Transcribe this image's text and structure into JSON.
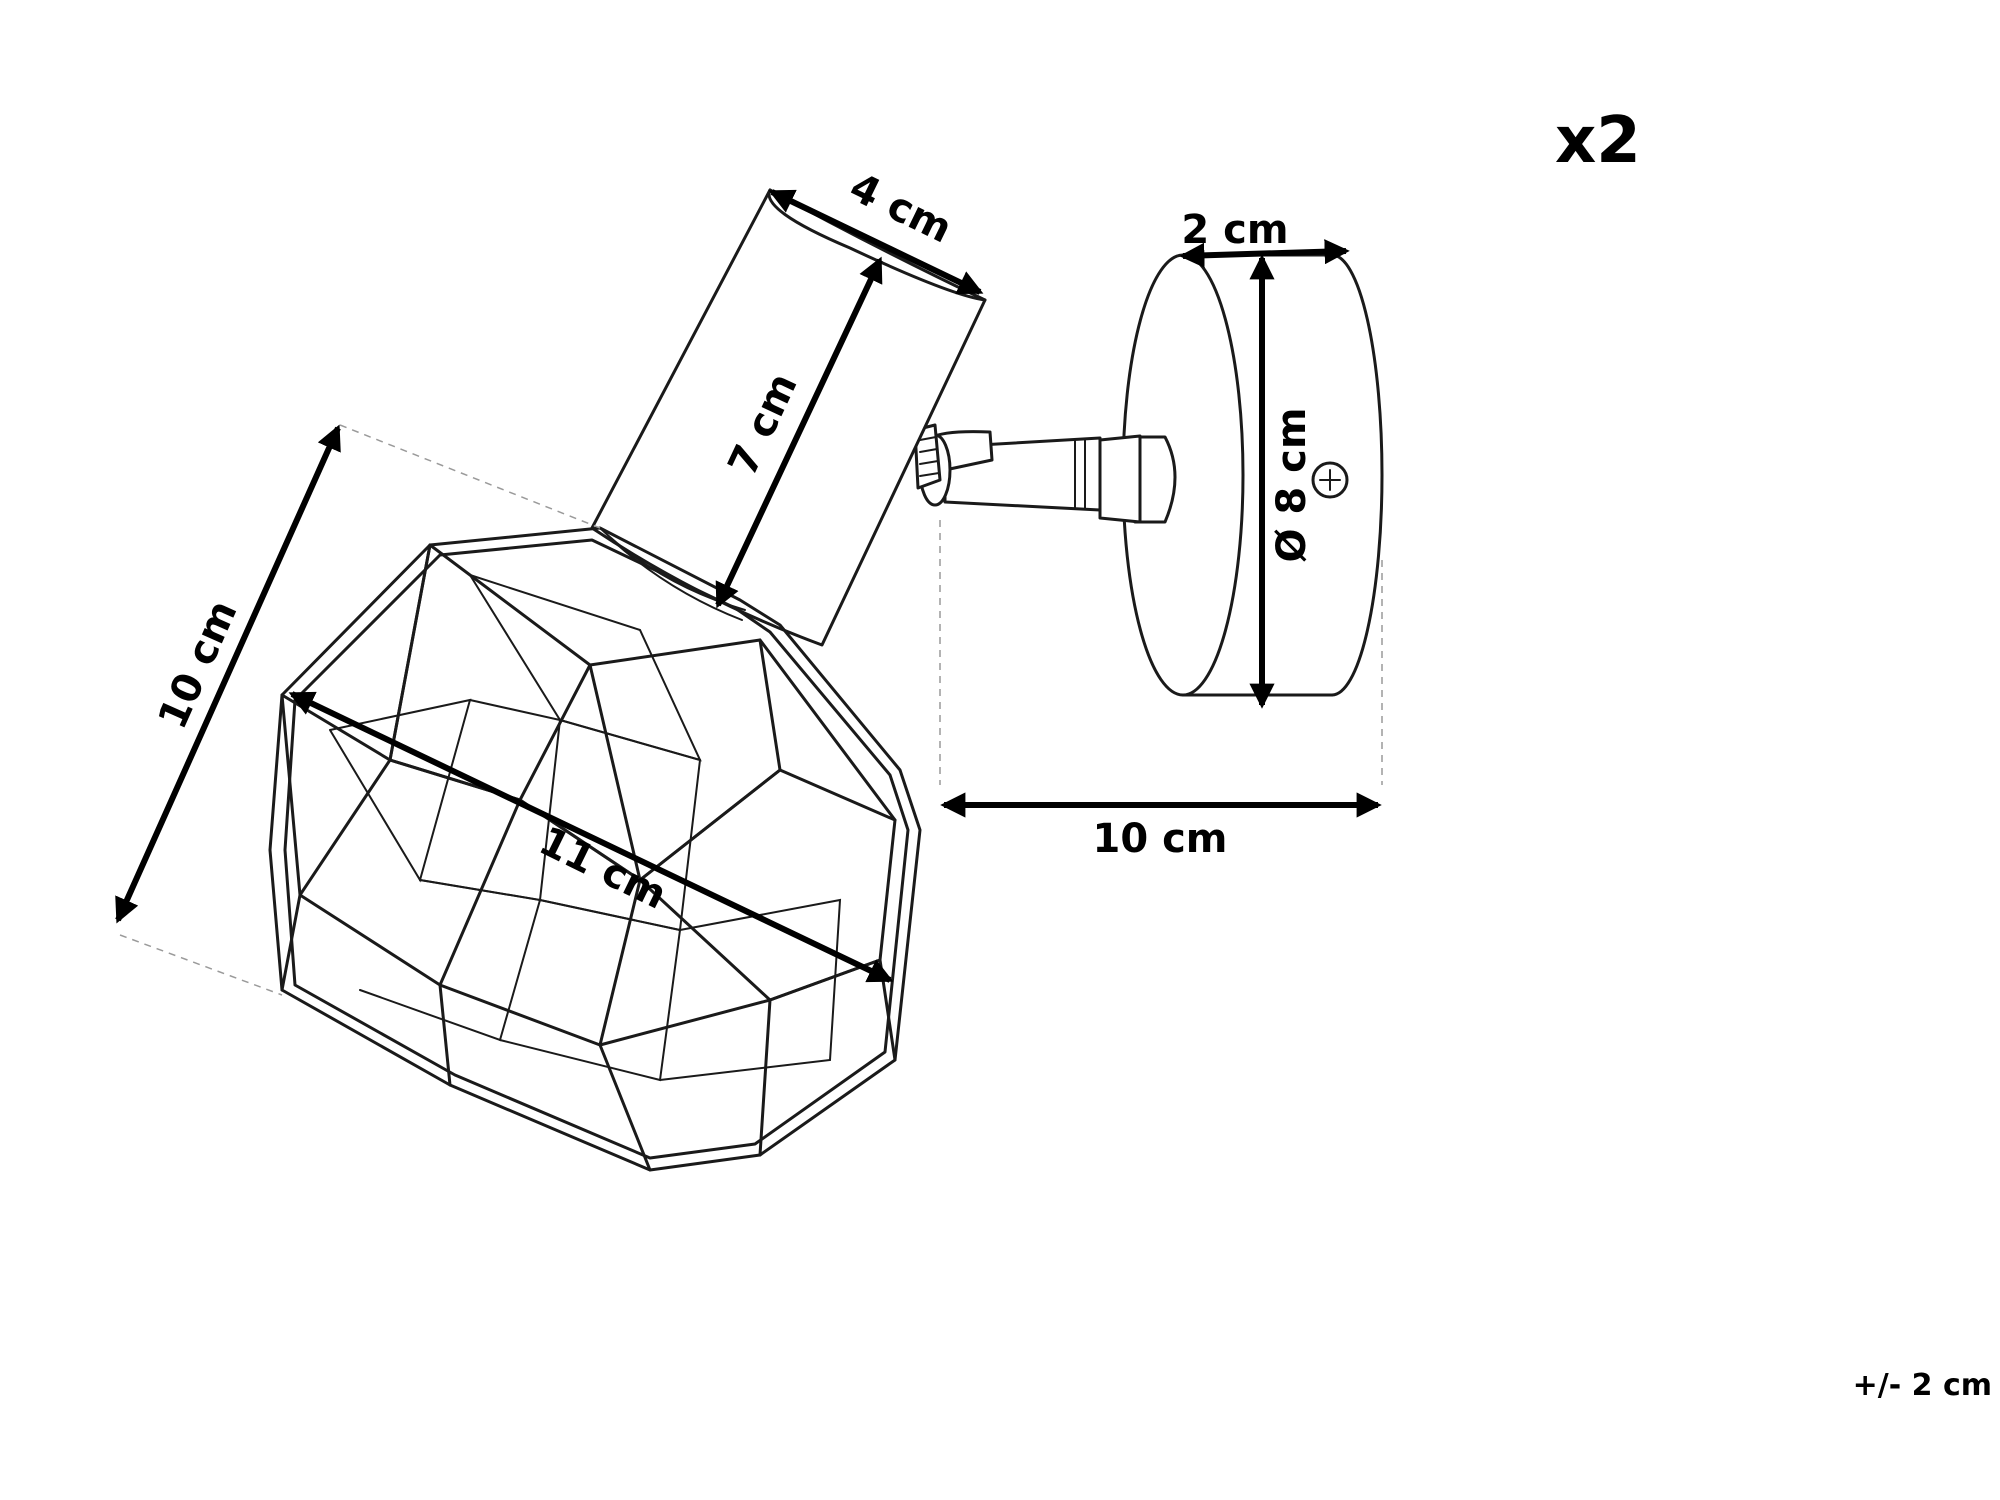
{
  "quantity": "x2",
  "tolerance": "+/- 2 cm",
  "dimensions": {
    "shade_height": "10 cm",
    "shade_width": "11 cm",
    "holder_width": "4 cm",
    "holder_length": "7 cm",
    "base_depth": "2 cm",
    "base_diameter": "Ø 8 cm",
    "projection": "10 cm"
  }
}
